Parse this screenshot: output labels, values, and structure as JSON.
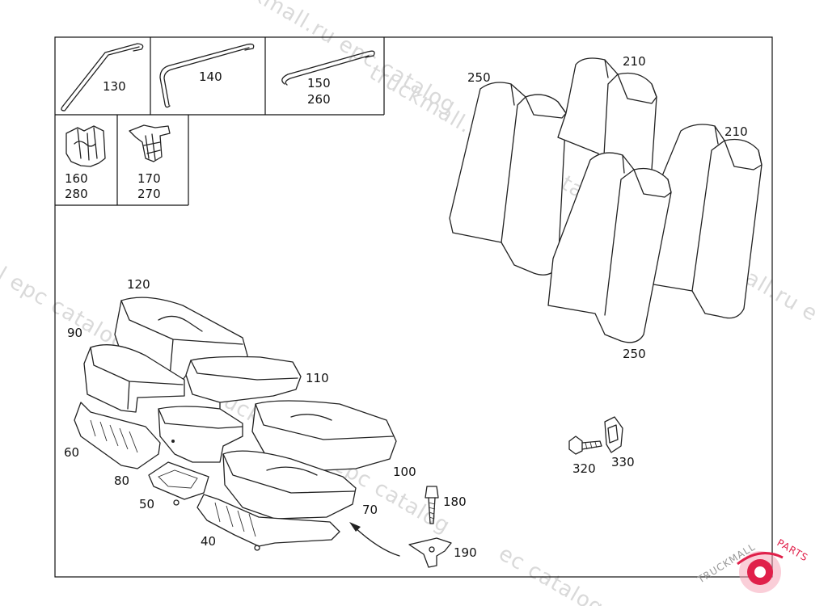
{
  "watermark": {
    "text_a": "truckmall.ru epc catalog",
    "text_b": "l epc catalog",
    "text_c": "truckmall.ru e",
    "text_d": "ec catalog",
    "text_e": "truckmall.ru EPC catalog"
  },
  "logo": {
    "text_1": "TRUCKMALL",
    "text_2": "PARTS",
    "color_primary": "#e0204a",
    "color_secondary": "#f6a6b8"
  },
  "labels": {
    "p130": "130",
    "p140": "140",
    "p150": "150",
    "p260": "260",
    "p160": "160",
    "p280": "280",
    "p170": "170",
    "p270": "270",
    "p250a": "250",
    "p210a": "210",
    "p210b": "210",
    "p250b": "250",
    "p120": "120",
    "p90": "90",
    "p110": "110",
    "p60": "60",
    "p80": "80",
    "p50": "50",
    "p100": "100",
    "p70": "70",
    "p40": "40",
    "p180": "180",
    "p190": "190",
    "p320": "320",
    "p330": "330"
  }
}
